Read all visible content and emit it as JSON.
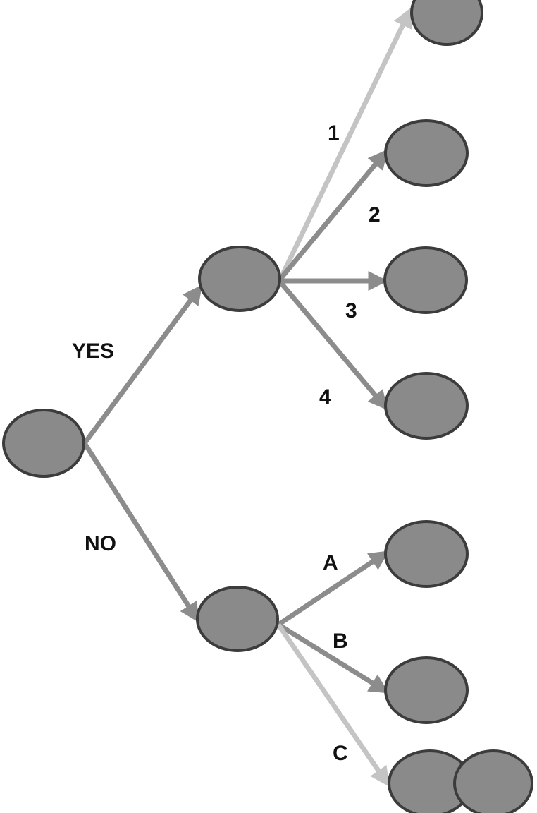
{
  "colors": {
    "background": "#ffffff",
    "node_fill": "#8a8a8a",
    "node_stroke": "#3c3c3c",
    "edge": "#8c8c8c",
    "edge_light": "#c4c4c4",
    "label": "#111111"
  },
  "branches": {
    "yes": "YES",
    "no": "NO"
  },
  "options": {
    "one": "1",
    "two": "2",
    "three": "3",
    "four": "4",
    "a": "A",
    "b": "B",
    "c": "C"
  }
}
